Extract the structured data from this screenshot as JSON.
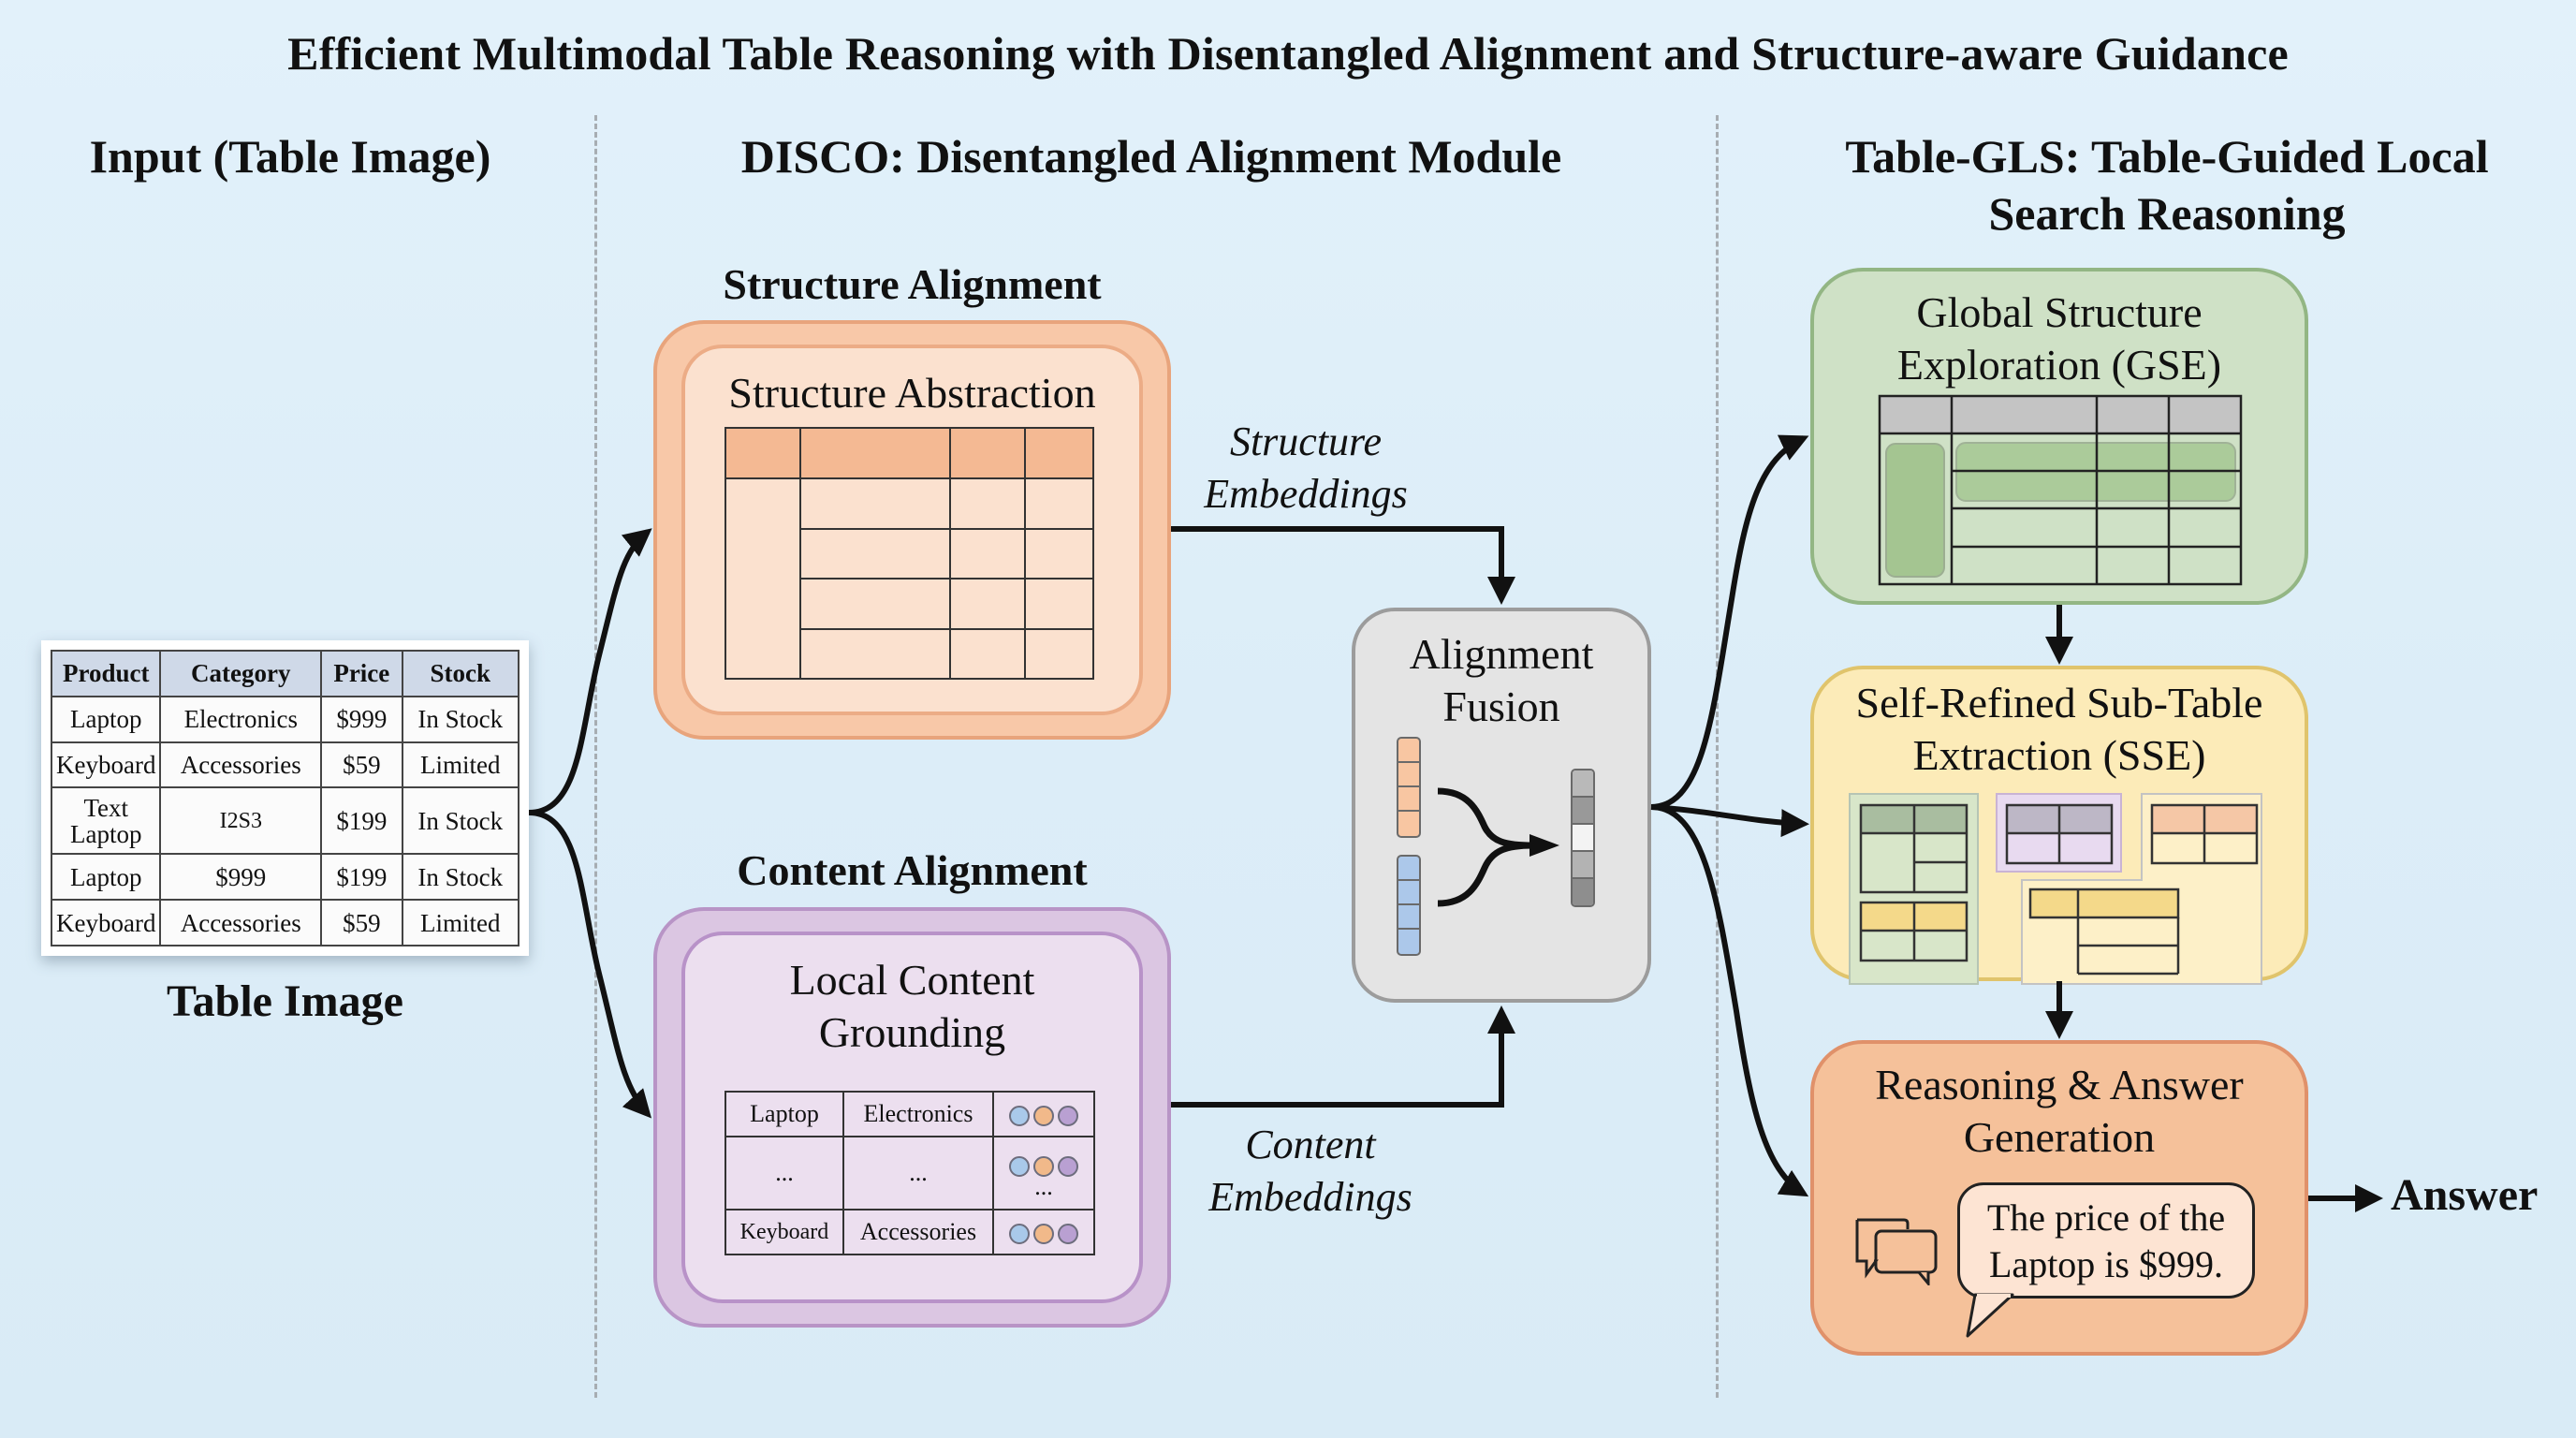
{
  "title": "Efficient Multimodal Table Reasoning with Disentangled Alignment and Structure-aware Guidance",
  "sections": {
    "input": "Input (Table Image)",
    "disco": "DISCO: Disentangled Alignment Module",
    "table_gls_line1": "Table-GLS: Table-Guided Local",
    "table_gls_line2": "Search Reasoning"
  },
  "input_table": {
    "caption": "Table Image",
    "headers": [
      "Product",
      "Category",
      "Price",
      "Stock"
    ],
    "rows": [
      [
        "Laptop",
        "Electronics",
        "$999",
        "In Stock"
      ],
      [
        "Keyboard",
        "Accessories",
        "$59",
        "Limited"
      ],
      [
        "Text Laptop",
        "I2S3",
        "$199",
        "In Stock"
      ],
      [
        "Laptop",
        "$999",
        "$199",
        "In Stock"
      ],
      [
        "Keyboard",
        "Accessories",
        "$59",
        "Limited"
      ]
    ]
  },
  "structure_alignment": {
    "label": "Structure Alignment",
    "inner_title": "Structure Abstraction",
    "embeddings_label_line1": "Structure",
    "embeddings_label_line2": "Embeddings",
    "accent": "#f8c8a8"
  },
  "content_alignment": {
    "label": "Content Alignment",
    "inner_title_line1": "Local Content",
    "inner_title_line2": "Grounding",
    "rows": [
      [
        "Laptop",
        "Electronics"
      ],
      [
        "...",
        "..."
      ],
      [
        "Keyboard",
        "Accessories"
      ]
    ],
    "ellipsis": "...",
    "embeddings_label_line1": "Content",
    "embeddings_label_line2": "Embeddings",
    "dot_colors": [
      "#a9c9ea",
      "#f1b98a",
      "#b9a0d2"
    ],
    "accent": "#dbc6e2"
  },
  "fusion": {
    "title_line1": "Alignment",
    "title_line2": "Fusion",
    "structure_vec_color": "#f8c6a2",
    "content_vec_color": "#acc8ea",
    "fused_vec_colors": [
      "#b9b9b9",
      "#999999",
      "#f3f3f3",
      "#b3b3b3",
      "#8e8e8e"
    ]
  },
  "gse": {
    "title_line1": "Global Structure",
    "title_line2": "Exploration (GSE)",
    "accent": "#cfe1c6"
  },
  "sse": {
    "title_line1": "Self-Refined Sub-Table",
    "title_line2": "Extraction (SSE)",
    "accent": "#fcebb8"
  },
  "reasoning": {
    "title_line1": "Reasoning & Answer",
    "title_line2": "Generation",
    "bubble_line1": "The price of the",
    "bubble_line2": "Laptop is $999.",
    "accent": "#f5c19a"
  },
  "output": {
    "label": "Answer"
  }
}
